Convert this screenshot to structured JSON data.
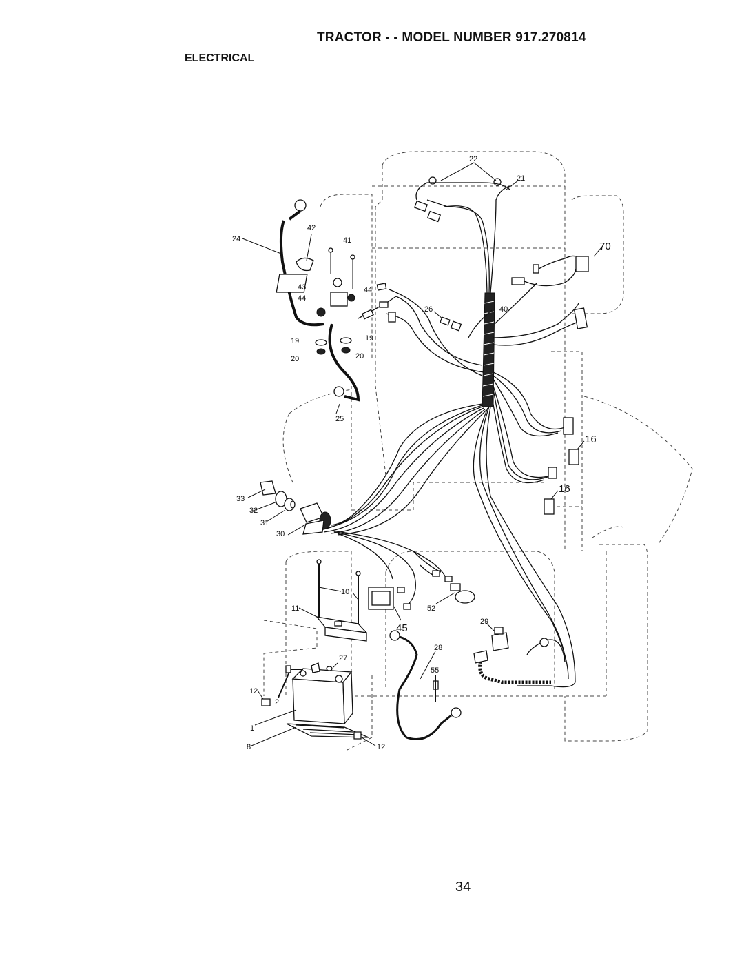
{
  "header": {
    "title": "TRACTOR - - MODEL NUMBER 917.270814",
    "section": "ELECTRICAL"
  },
  "page_number": "34",
  "callouts": {
    "c1": "1",
    "c2": "2",
    "c8": "8",
    "c10": "10",
    "c11": "11",
    "c12a": "12",
    "c12b": "12",
    "c16a": "16",
    "c16b": "16",
    "c19a": "19",
    "c19b": "19",
    "c20a": "20",
    "c20b": "20",
    "c21": "21",
    "c22": "22",
    "c24": "24",
    "c25": "25",
    "c26": "26",
    "c27": "27",
    "c28": "28",
    "c29": "29",
    "c30": "30",
    "c31": "31",
    "c32": "32",
    "c33": "33",
    "c40": "40",
    "c41": "41",
    "c42": "42",
    "c43": "43",
    "c44a": "44",
    "c44b": "44",
    "c45": "45",
    "c52": "52",
    "c55": "55",
    "c70": "70"
  }
}
